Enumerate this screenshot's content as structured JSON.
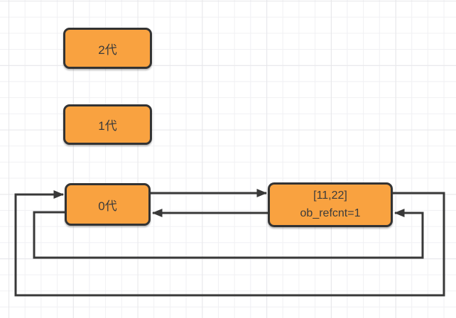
{
  "diagram": {
    "nodes": {
      "gen2": {
        "label": "2代"
      },
      "gen1": {
        "label": "1代"
      },
      "gen0": {
        "label": "0代"
      },
      "object": {
        "line1": "[11,22]",
        "line2": "ob_refcnt=1"
      }
    },
    "edges": [
      {
        "from": "gen0",
        "to": "object",
        "route": "straight-top"
      },
      {
        "from": "object",
        "to": "gen0",
        "route": "straight-bottom"
      },
      {
        "from": "object",
        "to": "gen0",
        "route": "outer-loop"
      },
      {
        "from": "gen0",
        "to": "object",
        "route": "inner-loop"
      }
    ]
  },
  "style": {
    "canvas_bg": "#ffffff",
    "grid_minor": "#f0f0f3",
    "grid_major": "#e7e7ea",
    "node_fill": "#f9a240",
    "node_border": "#333333",
    "node_text": "#3b3b3b",
    "edge_color": "#383838"
  }
}
